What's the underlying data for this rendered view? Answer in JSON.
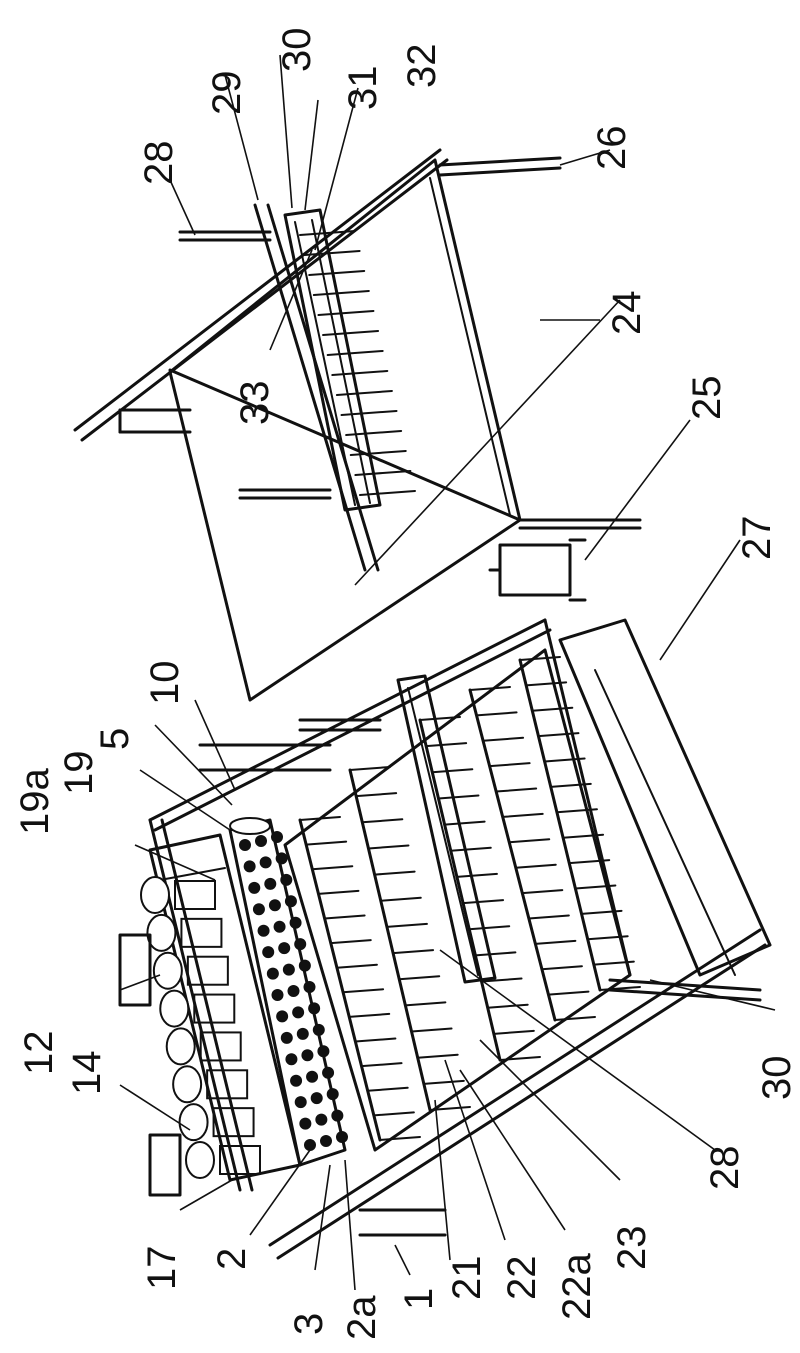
{
  "labels": [
    {
      "id": "l-28-top",
      "text": "28"
    },
    {
      "id": "l-29",
      "text": "29"
    },
    {
      "id": "l-30-top",
      "text": "30"
    },
    {
      "id": "l-31",
      "text": "31"
    },
    {
      "id": "l-32",
      "text": "32"
    },
    {
      "id": "l-26",
      "text": "26"
    },
    {
      "id": "l-24",
      "text": "24"
    },
    {
      "id": "l-33",
      "text": "33"
    },
    {
      "id": "l-25",
      "text": "25"
    },
    {
      "id": "l-27",
      "text": "27"
    },
    {
      "id": "l-10",
      "text": "10"
    },
    {
      "id": "l-5",
      "text": "5"
    },
    {
      "id": "l-19",
      "text": "19"
    },
    {
      "id": "l-19a",
      "text": "19a"
    },
    {
      "id": "l-12",
      "text": "12"
    },
    {
      "id": "l-14",
      "text": "14"
    },
    {
      "id": "l-17",
      "text": "17"
    },
    {
      "id": "l-2",
      "text": "2"
    },
    {
      "id": "l-3",
      "text": "3"
    },
    {
      "id": "l-2a",
      "text": "2a"
    },
    {
      "id": "l-1",
      "text": "1"
    },
    {
      "id": "l-21",
      "text": "21"
    },
    {
      "id": "l-22",
      "text": "22"
    },
    {
      "id": "l-22a",
      "text": "22a"
    },
    {
      "id": "l-23",
      "text": "23"
    },
    {
      "id": "l-28-bottom",
      "text": "28"
    },
    {
      "id": "l-30-bottom",
      "text": "30"
    }
  ]
}
